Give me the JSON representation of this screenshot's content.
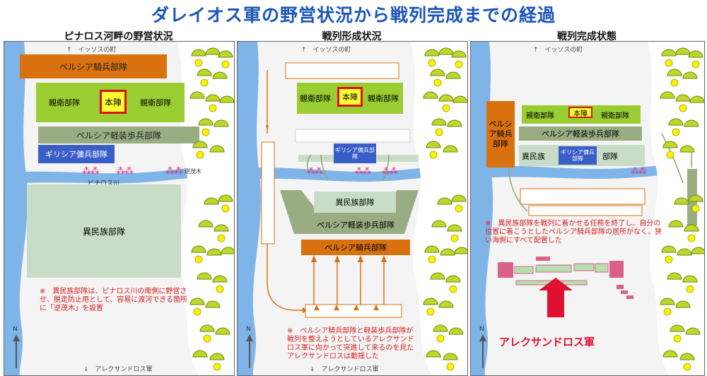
{
  "title": "ダレイオス軍の野営状況から戦列完成までの経過",
  "panels": [
    {
      "heading": "ピナロス河畔の野営状況",
      "north": "↑　イッソスの町",
      "south": "↓　アレクサンドロス軍",
      "cavalry": "ペルシア騎兵部隊",
      "guard_left": "親衛部隊",
      "honjin": "本陣",
      "guard_right": "親衛部隊",
      "light_infantry": "ペルシア軽装歩兵部隊",
      "greek": "ギリシア傭兵部隊",
      "river": "ピナロス川",
      "stakes": "逆茂木",
      "foreign": "異民族部隊",
      "note": "※　異民族部隊は、ピナロス川の南側に野営させ、脱走防止用として、容易に渡河できる箇所に「逆茂木」を設置",
      "compass": "N"
    },
    {
      "heading": "戦列形成状況",
      "north": "↑　イッソスの町",
      "south": "↓　アレクサンドロス軍",
      "guard_left": "親衛部隊",
      "honjin": "本陣",
      "guard_right": "親衛部隊",
      "greek": "ギリシア傭兵部隊",
      "foreign": "異民族部隊",
      "light_infantry": "ペルシア軽装歩兵部隊",
      "cavalry": "ペルシア騎兵部隊",
      "note": "※　ペルシア騎兵部隊と軽装歩兵部隊が戦列を整えようとしているアレクサンドロス軍に向かって突進して来るのを見たアレクサンドロスは動揺した",
      "compass": "N"
    },
    {
      "heading": "戦列完成状態",
      "north": "↑　イッソスの町",
      "cavalry": "ペルシア騎兵部隊",
      "guard_left": "親衛部隊",
      "honjin": "本陣",
      "guard_right": "親衛部隊",
      "light_infantry": "ペルシア軽装歩兵部隊",
      "foreign_left": "異民族",
      "greek": "ギリシア傭兵部隊",
      "foreign_right": "部隊",
      "note": "※　異民族部隊を戦列に着かせる任務を終了し、自分の位置に着こうとしたペルシア騎兵部隊の居所がなく、狭い海側にすべて配置した",
      "alexander": "アレクサンドロス軍",
      "compass": "N"
    }
  ],
  "colors": {
    "title": "#1a55b8",
    "sea": "#7fb4e8",
    "cavalry": "#d9710e",
    "guard": "#9acd32",
    "honjin_fill": "#ffff33",
    "honjin_border": "#e01010",
    "light_infantry": "#9aad82",
    "greek": "#3a5ec8",
    "foreign": "#c8ddc8",
    "note": "#d81e1e",
    "arrow": "#8aab6a",
    "cav_arrow": "#d9710e",
    "enemy": "#d9608a",
    "enemy_light": "#b6e0b0"
  }
}
